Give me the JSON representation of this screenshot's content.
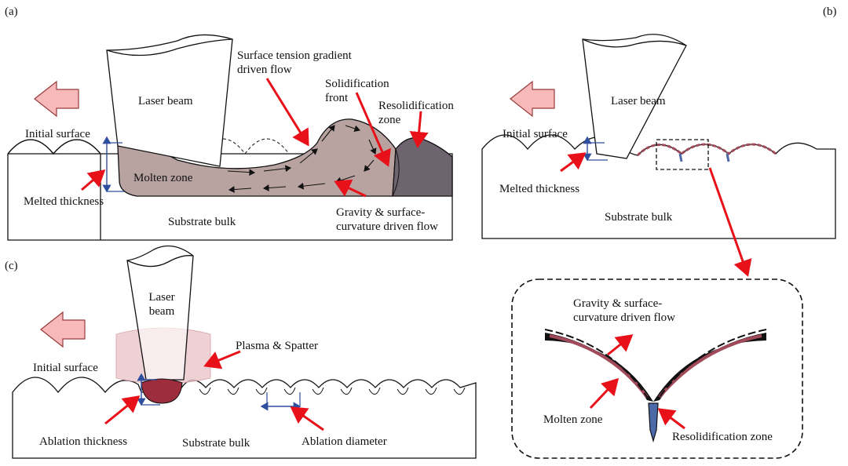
{
  "panels": {
    "a": {
      "tag": "(a)",
      "laser_beam": "Laser beam",
      "surface_tension_flow": [
        "Surface tension gradient",
        "driven flow"
      ],
      "solidification_front": [
        "Solidification",
        "front"
      ],
      "resolidification_zone": [
        "Resolidification",
        "zone"
      ],
      "initial_surface": "Initial surface",
      "molten_zone": "Molten zone",
      "melted_thickness": "Melted thickness",
      "gravity_flow": [
        "Gravity & surface-",
        "curvature driven flow"
      ],
      "substrate_bulk": "Substrate bulk"
    },
    "b": {
      "tag": "(b)",
      "laser_beam": "Laser beam",
      "initial_surface": "Initial surface",
      "melted_thickness": "Melted thickness",
      "substrate_bulk": "Substrate bulk"
    },
    "inset": {
      "gravity_flow": [
        "Gravity & surface-",
        "curvature driven flow"
      ],
      "molten_zone": "Molten zone",
      "resolidification_zone": "Resolidification zone"
    },
    "c": {
      "tag": "(c)",
      "laser_beam": [
        "Laser",
        "beam"
      ],
      "plasma_spatter": "Plasma & Spatter",
      "initial_surface": "Initial surface",
      "ablation_thickness": "Ablation thickness",
      "substrate_bulk": "Substrate bulk",
      "ablation_diameter": "Ablation diameter"
    }
  },
  "colors": {
    "molten": "#b8a3a0",
    "resolidified": "#6e6470",
    "arrow": "#e8111a",
    "dimension": "#2f4e9e",
    "direction_arrow_fill": "#f7b9b9",
    "plasma": "#e7c2c6",
    "crater": "#9d2c3d",
    "inset_flow": "#a14a5a",
    "resolidified_spot": "#4d6aa8"
  },
  "icons": [
    "scan-direction-arrow-icon"
  ]
}
